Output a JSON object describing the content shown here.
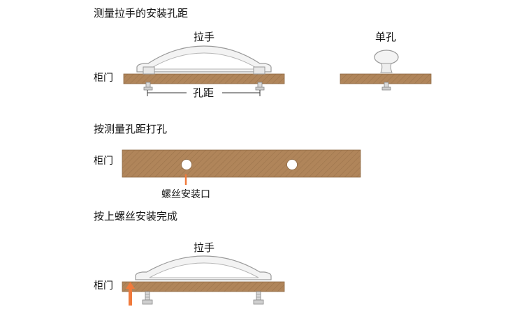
{
  "sections": {
    "measure": "测量拉手的安装孔距",
    "drill": "按测量孔距打孔",
    "install": "按上螺丝安装完成"
  },
  "labels": {
    "handle_top": "拉手",
    "single_hole": "单孔",
    "cabinet_door_1": "柜门",
    "hole_distance": "孔距",
    "cabinet_door_2": "柜门",
    "screw_mouth": "螺丝安装口",
    "handle_bottom": "拉手",
    "cabinet_door_3": "柜门"
  },
  "colors": {
    "wood": "#b0855a",
    "wood_line": "#8e6a45",
    "handle": "#f2f2f2",
    "handle_outline": "#9a9a9a",
    "arrow": "#f07a3c"
  },
  "icons": [
    "handle-icon",
    "knob-icon",
    "screw-icon",
    "hole-icon",
    "arrow-icon"
  ]
}
